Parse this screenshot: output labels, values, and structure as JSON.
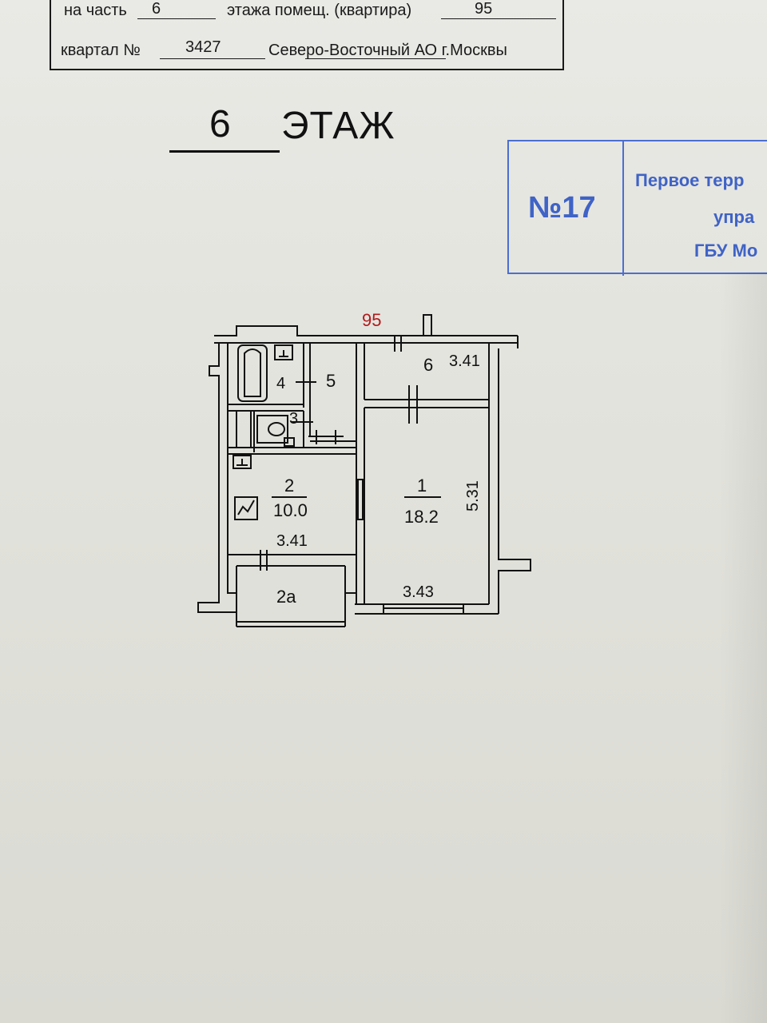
{
  "header": {
    "line1_prefix": "на часть",
    "floor_value": "6",
    "line1_mid": "этажа помещ. (квартира)",
    "apartment_value": "95",
    "line2_prefix": "квартал №",
    "block_value": "3427",
    "line2_suffix": "Северо-Восточный АО г.Москвы"
  },
  "floor_heading": {
    "number": "6",
    "word": "ЭТАЖ"
  },
  "stamp": {
    "number": "№17",
    "line1": "Первое терр",
    "line2": "упра",
    "line3": "ГБУ Мо"
  },
  "plan": {
    "apartment_label": "95",
    "rooms": [
      {
        "id": "1",
        "area": "18.2"
      },
      {
        "id": "2",
        "area": "10.0"
      },
      {
        "id": "2а"
      },
      {
        "id": "3"
      },
      {
        "id": "4"
      },
      {
        "id": "5"
      },
      {
        "id": "6"
      }
    ],
    "dimensions": [
      "3.41",
      "5.31",
      "3.41",
      "3.43"
    ]
  },
  "colors": {
    "stamp_blue": "#4b6fd0",
    "ink": "#111111",
    "apartment_label_red": "#b01b1b"
  }
}
